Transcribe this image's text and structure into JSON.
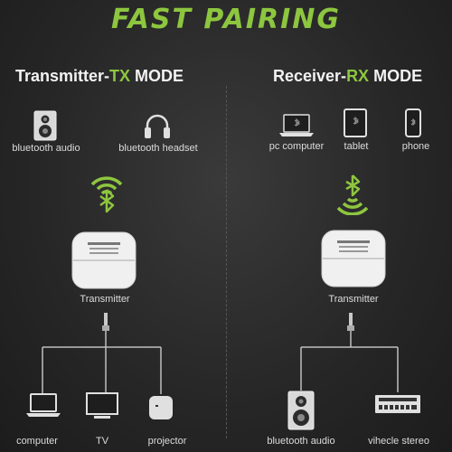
{
  "header": {
    "title": "FAST PAIRING"
  },
  "colors": {
    "accent": "#8dc63f",
    "background": "#262626",
    "text": "#e6e6e6",
    "line": "#bfbfbf"
  },
  "transmitter_mode": {
    "title_prefix": "Transmitter-",
    "title_accent": "TX",
    "title_suffix": " MODE",
    "top_devices": [
      {
        "label": "bluetooth audio",
        "icon": "speaker-icon"
      },
      {
        "label": "bluetooth headset",
        "icon": "headphones-icon"
      }
    ],
    "signal_icon": "bluetooth-broadcast-icon",
    "device_label": "Transmitter",
    "bottom_devices": [
      {
        "label": "computer",
        "icon": "laptop-icon"
      },
      {
        "label": "TV",
        "icon": "tv-icon"
      },
      {
        "label": "projector",
        "icon": "projector-icon"
      }
    ]
  },
  "receiver_mode": {
    "title_prefix": "Receiver-",
    "title_accent": "RX",
    "title_suffix": " MODE",
    "top_devices": [
      {
        "label": "pc computer",
        "icon": "laptop-icon"
      },
      {
        "label": "tablet",
        "icon": "tablet-icon"
      },
      {
        "label": "phone",
        "icon": "phone-icon"
      }
    ],
    "signal_icon": "bluetooth-receive-icon",
    "device_label": "Transmitter",
    "bottom_devices": [
      {
        "label": "bluetooth audio",
        "icon": "speaker-icon"
      },
      {
        "label": "vihecle stereo",
        "icon": "car-stereo-icon"
      }
    ]
  }
}
